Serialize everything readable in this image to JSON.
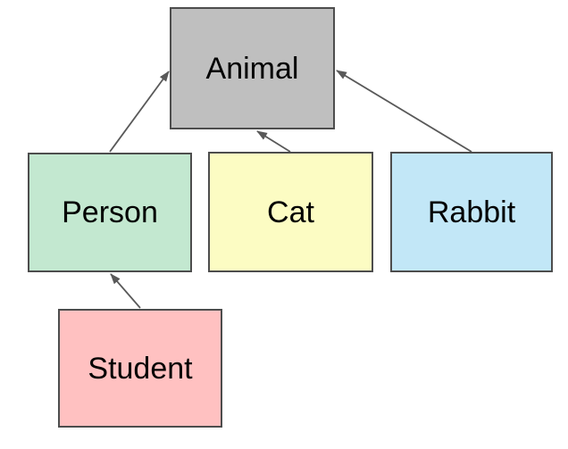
{
  "diagram": {
    "type": "inheritance-hierarchy",
    "background_color": "#ffffff",
    "node_border_color": "#4d4d4d",
    "edge_color": "#595959",
    "text_color": "#000000",
    "nodes": [
      {
        "id": "animal",
        "label": "Animal",
        "fill": "#bfbfbf"
      },
      {
        "id": "person",
        "label": "Person",
        "fill": "#c3e8d0"
      },
      {
        "id": "cat",
        "label": "Cat",
        "fill": "#fcfcc3"
      },
      {
        "id": "rabbit",
        "label": "Rabbit",
        "fill": "#c2e7f7"
      },
      {
        "id": "student",
        "label": "Student",
        "fill": "#ffc1c1"
      }
    ],
    "edges": [
      {
        "from": "Person",
        "to": "Animal"
      },
      {
        "from": "Cat",
        "to": "Animal"
      },
      {
        "from": "Rabbit",
        "to": "Animal"
      },
      {
        "from": "Student",
        "to": "Person"
      }
    ]
  }
}
